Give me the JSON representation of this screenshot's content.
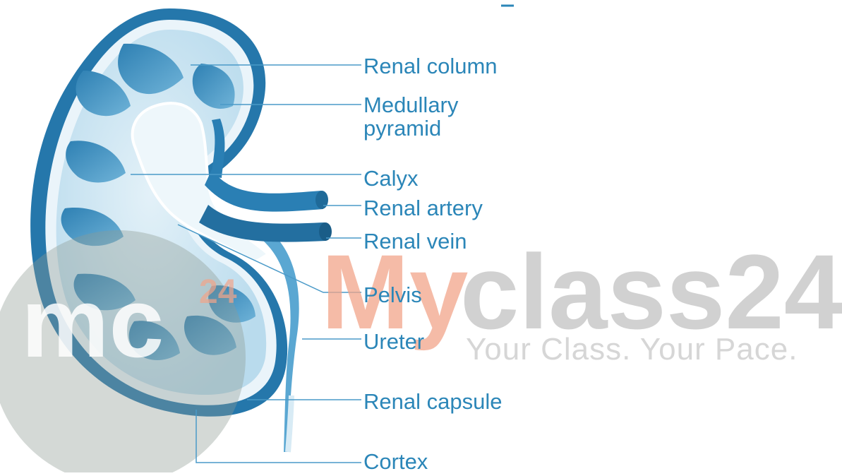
{
  "labels": {
    "renal_column": "Renal column",
    "medullary_pyramid_line1": "Medullary",
    "medullary_pyramid_line2": "pyramid",
    "calyx": "Calyx",
    "renal_artery": "Renal artery",
    "renal_vein": "Renal vein",
    "pelvis": "Pelvis",
    "ureter": "Ureter",
    "renal_capsule": "Renal capsule",
    "cortex": "Cortex"
  },
  "watermark": {
    "badge_text": "mc",
    "badge_superscript": "24",
    "brand_accent": "My",
    "brand_rest": "class24",
    "tagline": "Your Class. Your Pace."
  },
  "colors": {
    "label": "#2b86b8",
    "kidney_dark": "#1f6fa3",
    "kidney_mid": "#3f93c4",
    "kidney_light": "#cfe6f3",
    "watermark_accent": "#f2a58a",
    "watermark_grey": "#c9c9c9"
  }
}
